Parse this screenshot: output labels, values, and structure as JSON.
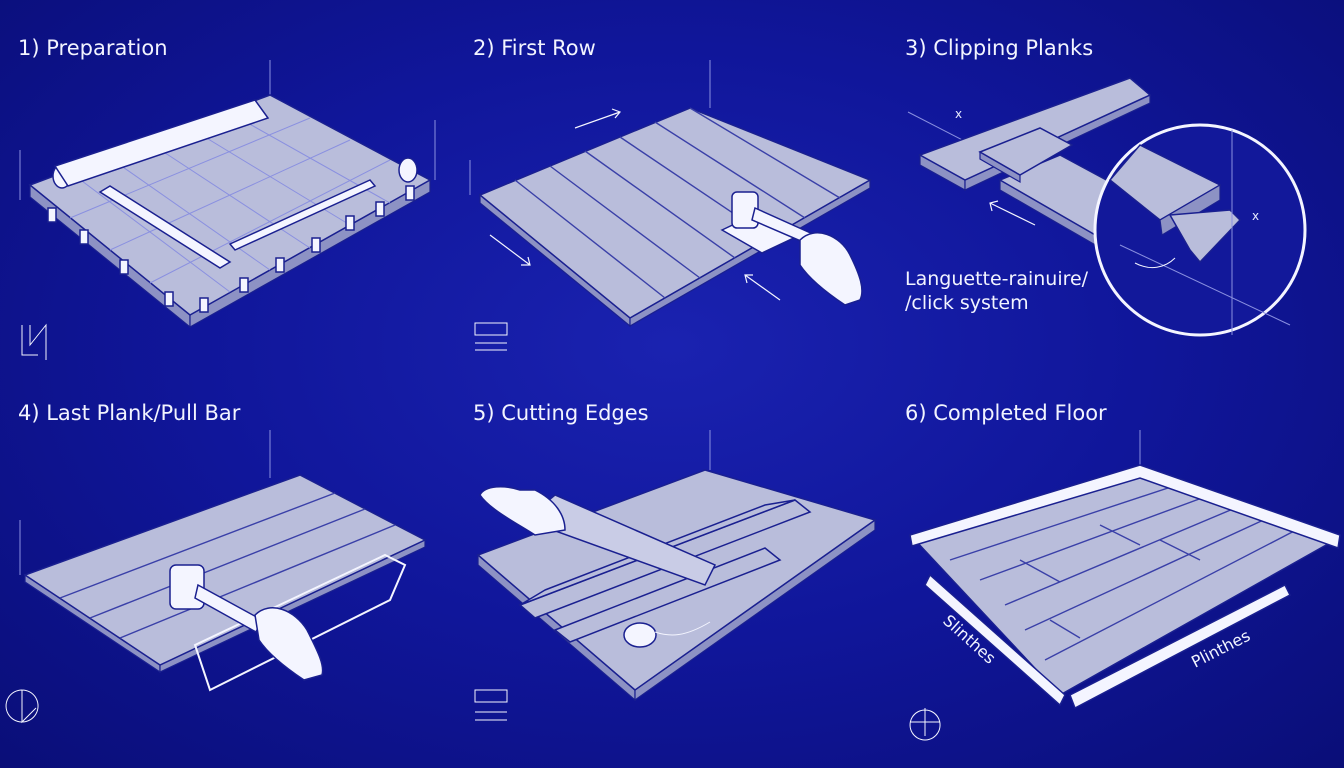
{
  "steps": [
    {
      "title": "1) Preparation"
    },
    {
      "title": "2) First Row"
    },
    {
      "title": "3) Clipping Planks",
      "callout": [
        "Languette-rainuire/",
        "/click system"
      ],
      "dimension_marks": [
        "x",
        "x"
      ]
    },
    {
      "title": "4) Last Plank/Pull Bar"
    },
    {
      "title": "5) Cutting Edges"
    },
    {
      "title": "6) Completed Floor",
      "labels": [
        "Slinthes",
        "Plinthes"
      ]
    }
  ],
  "colors": {
    "background": "#12189a",
    "wood": "#b9bddb",
    "line": "#f2f4ff"
  }
}
